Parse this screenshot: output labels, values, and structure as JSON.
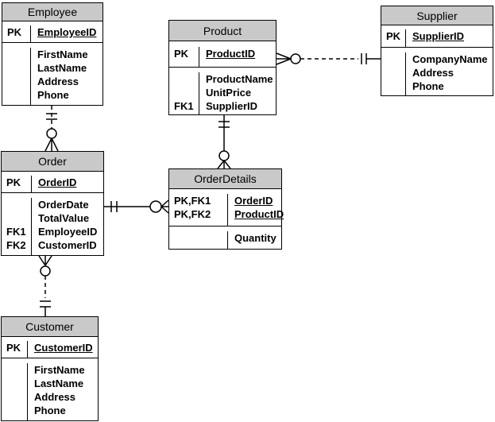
{
  "colors": {
    "header_fill": "#c9c9c9",
    "border": "#000000",
    "background": "#ffffff",
    "text": "#000000"
  },
  "entities": [
    {
      "title": "Employee",
      "key": {
        "labels": [
          "PK"
        ],
        "fields": [
          "EmployeeID"
        ]
      },
      "attrs": {
        "labels": [
          "",
          "",
          "",
          ""
        ],
        "fields": [
          "FirstName",
          "LastName",
          "Address",
          "Phone"
        ]
      }
    },
    {
      "title": "Product",
      "key": {
        "labels": [
          "PK"
        ],
        "fields": [
          "ProductID"
        ]
      },
      "attrs": {
        "labels": [
          "",
          "",
          "FK1"
        ],
        "fields": [
          "ProductName",
          "UnitPrice",
          "SupplierID"
        ]
      }
    },
    {
      "title": "Supplier",
      "key": {
        "labels": [
          "PK"
        ],
        "fields": [
          "SupplierID"
        ]
      },
      "attrs": {
        "labels": [
          "",
          "",
          ""
        ],
        "fields": [
          "CompanyName",
          "Address",
          "Phone"
        ]
      }
    },
    {
      "title": "Order",
      "key": {
        "labels": [
          "PK"
        ],
        "fields": [
          "OrderID"
        ]
      },
      "attrs": {
        "labels": [
          "",
          "",
          "FK1",
          "FK2"
        ],
        "fields": [
          "OrderDate",
          "TotalValue",
          "EmployeeID",
          "CustomerID"
        ]
      }
    },
    {
      "title": "OrderDetails",
      "key": {
        "labels": [
          "PK,FK1",
          "PK,FK2"
        ],
        "fields": [
          "OrderID",
          "ProductID"
        ]
      },
      "attrs": {
        "labels": [
          ""
        ],
        "fields": [
          "Quantity"
        ]
      }
    },
    {
      "title": "Customer",
      "key": {
        "labels": [
          "PK"
        ],
        "fields": [
          "CustomerID"
        ]
      },
      "attrs": {
        "labels": [
          "",
          "",
          "",
          ""
        ],
        "fields": [
          "FirstName",
          "LastName",
          "Address",
          "Phone"
        ]
      }
    }
  ],
  "relationships": [
    {
      "from": "Employee",
      "to": "Order",
      "from_end": "one-and-only-one",
      "to_end": "zero-or-many",
      "line": "dashed"
    },
    {
      "from": "Supplier",
      "to": "Product",
      "from_end": "one-and-only-one",
      "to_end": "zero-or-many",
      "line": "dashed"
    },
    {
      "from": "Product",
      "to": "OrderDetails",
      "from_end": "one-and-only-one",
      "to_end": "zero-or-many",
      "line": "solid"
    },
    {
      "from": "Order",
      "to": "OrderDetails",
      "from_end": "one-and-only-one",
      "to_end": "zero-or-many",
      "line": "solid"
    },
    {
      "from": "Customer",
      "to": "Order",
      "from_end": "one-and-only-one",
      "to_end": "zero-or-many",
      "line": "dashed"
    }
  ]
}
